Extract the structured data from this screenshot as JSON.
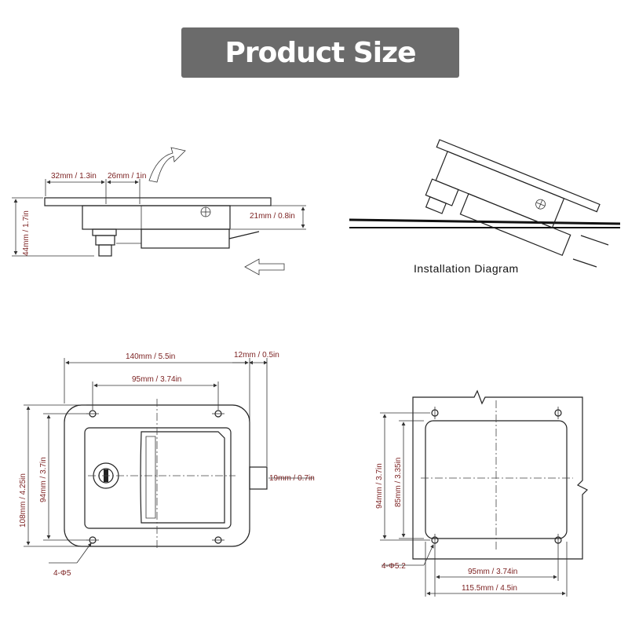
{
  "title": "Product Size",
  "side_view": {
    "dim_32": "32mm / 1.3in",
    "dim_26": "26mm / 1in",
    "dim_21": "21mm / 0.8in",
    "dim_44": "44mm / 1.7in"
  },
  "installation": {
    "caption": "Installation Diagram"
  },
  "front_view": {
    "dim_140": "140mm / 5.5in",
    "dim_12": "12mm / 0.5in",
    "dim_95": "95mm / 3.74in",
    "dim_108": "108mm / 4.25in",
    "dim_94": "94mm / 3.7in",
    "dim_19": "19mm / 0.7in",
    "holes": "4-Φ5"
  },
  "cutout_view": {
    "dim_94": "94mm / 3.7in",
    "dim_85": "85mm / 3.35in",
    "holes": "4-Φ5.2",
    "dim_95": "95mm / 3.74in",
    "dim_115": "115.5mm / 4.5in"
  }
}
